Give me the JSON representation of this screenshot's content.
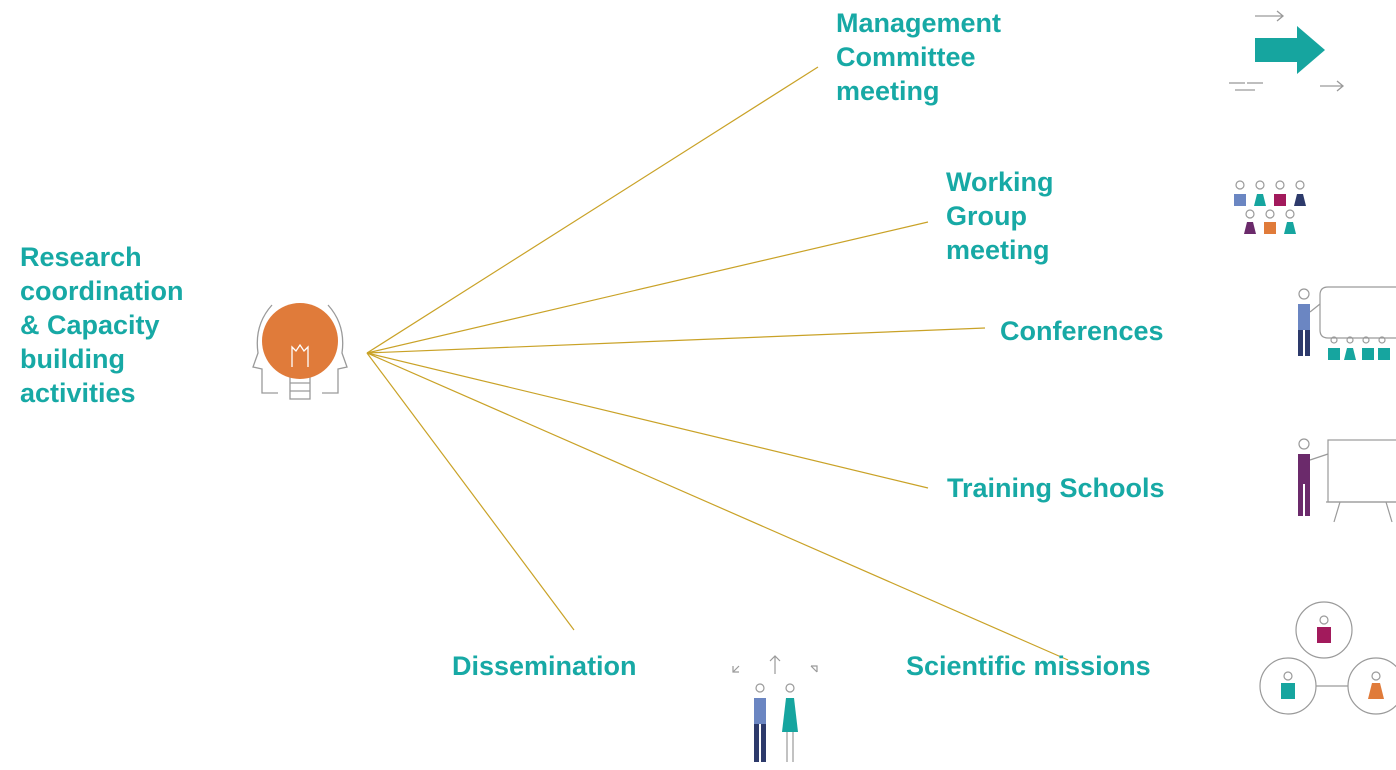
{
  "central": {
    "label_lines": [
      "Research",
      "coordination",
      "& Capacity",
      "building",
      "activities"
    ],
    "icon": "lightbulb-head-icon"
  },
  "branches": [
    {
      "id": "management",
      "label_lines": [
        "Management",
        "Committee",
        "meeting"
      ],
      "icon": "arrow-icon"
    },
    {
      "id": "working-group",
      "label_lines": [
        "Working",
        "Group",
        "meeting"
      ],
      "icon": "group-people-icon"
    },
    {
      "id": "conferences",
      "label_lines": [
        "Conferences"
      ],
      "icon": "conference-presenter-icon"
    },
    {
      "id": "training",
      "label_lines": [
        "Training Schools"
      ],
      "icon": "training-board-icon"
    },
    {
      "id": "missions",
      "label_lines": [
        "Scientific missions"
      ],
      "icon": "network-people-icon"
    },
    {
      "id": "dissemination",
      "label_lines": [
        "Dissemination"
      ],
      "icon": "dissemination-people-icon"
    }
  ],
  "colors": {
    "label": "#17a9a5",
    "connector": "#c9a227",
    "bulb": "#e07b3a",
    "teal": "#16a59f",
    "purple": "#6b2a6b",
    "blue": "#6b86c2",
    "navy": "#2d3a6b",
    "magenta": "#a21a5c",
    "orange": "#e07b3a",
    "outline": "#9a9a9a"
  }
}
